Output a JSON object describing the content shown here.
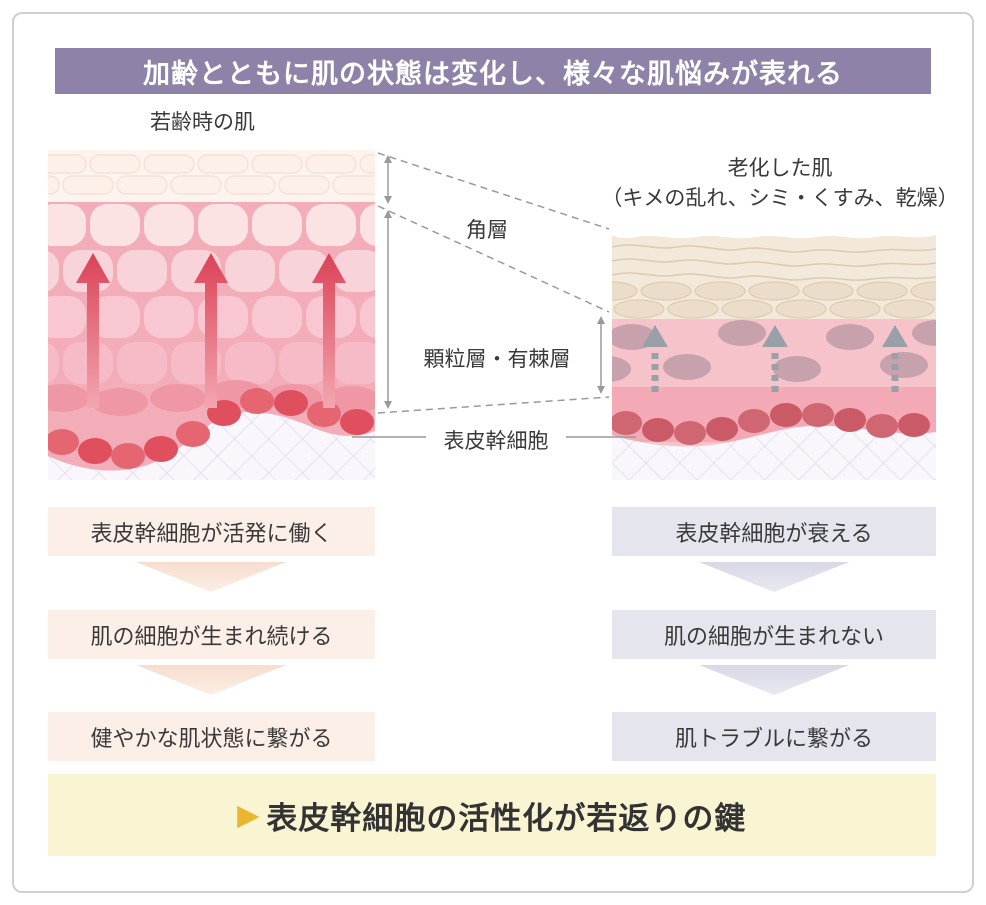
{
  "header": {
    "title": "加齢とともに肌の状態は変化し、様々な肌悩みが表れる"
  },
  "diagram": {
    "young_skin_label": "若齢時の肌",
    "aged_skin_title": "老化した肌",
    "aged_skin_subtitle": "（キメの乱れ、シミ・くすみ、乾燥）",
    "layers": {
      "corneum": "角層",
      "granular_spinous": "顆粒層・有棘層",
      "stem_cell": "表皮幹細胞"
    }
  },
  "flow": {
    "young": [
      "表皮幹細胞が活発に働く",
      "肌の細胞が生まれ続ける",
      "健やかな肌状態に繋がる"
    ],
    "aged": [
      "表皮幹細胞が衰える",
      "肌の細胞が生まれない",
      "肌トラブルに繋がる"
    ]
  },
  "footer": {
    "pointer": "▶",
    "text": "表皮幹細胞の活性化が若返りの鍵"
  },
  "colors": {
    "header_bg": "#8e82a8",
    "young_flow_bg": "#fcefe8",
    "aged_flow_bg": "#e5e5ee",
    "footer_bg": "#f9f5d3",
    "pointer_gold": "#e9b62e",
    "young_arrow_red": "#db4256",
    "aged_arrow_gray": "#99a0a8"
  }
}
